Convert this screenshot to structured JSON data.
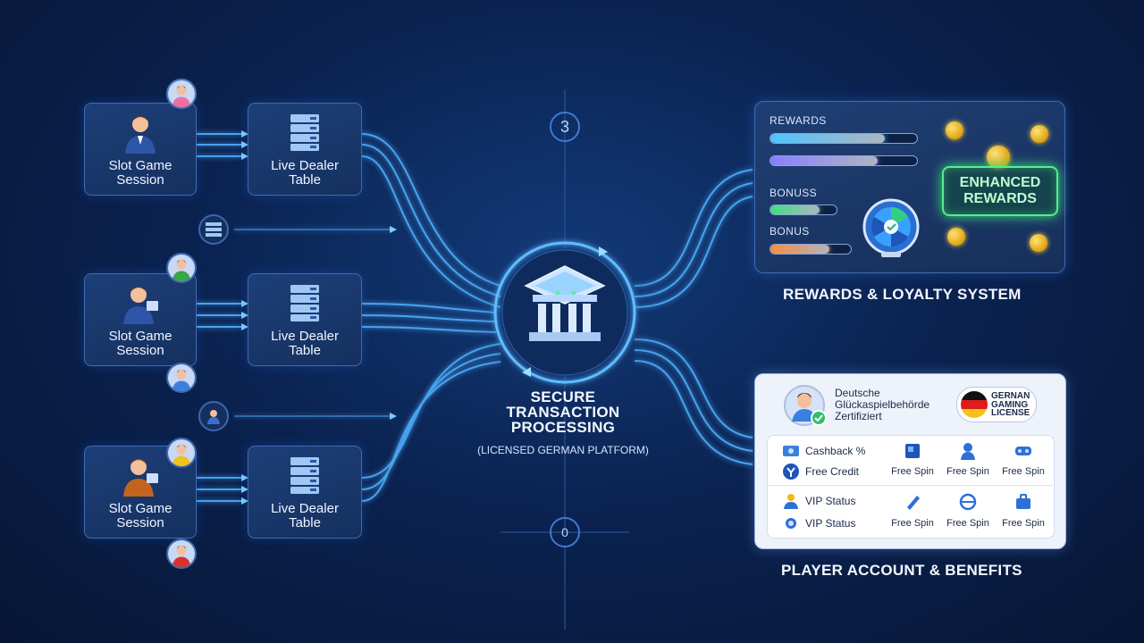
{
  "left_cards": [
    {
      "slot": "Slot Game\nSession",
      "live": "Live Dealer\nTable"
    },
    {
      "slot": "Slot Game\nSession",
      "live": "Live Dealer\nTable"
    },
    {
      "slot": "Slot Game\nSession",
      "live": "Live Dealer\nTable"
    }
  ],
  "steps": {
    "top": "3",
    "bottom": "0"
  },
  "center": {
    "title": "SECURE\nTRANSACTION\nPROCESSING",
    "subtitle": "(LICENSED GERMAN PLATFORM)"
  },
  "rewards": {
    "labels": [
      "REWARDS",
      "BONUSS",
      "BONUS"
    ],
    "bars": [
      {
        "fraction": 0.78,
        "color": "#4fc3ff"
      },
      {
        "fraction": 0.73,
        "color": "#8b7dff"
      },
      {
        "fraction": 0.74,
        "color": "#3ee07f"
      },
      {
        "fraction": 0.73,
        "color": "#ff8a3c"
      }
    ],
    "badge": "ENHANCED\nREWARDS",
    "section_title": "REWARDS & LOYALTY SYSTEM"
  },
  "account": {
    "cert_text": "Deutsche\nGlückaspielbehörde\nZertifiziert",
    "license_text": "GERNAN\nGAMING\nLICENSE",
    "flag_colors": [
      "#111111",
      "#dd1c1c",
      "#f7c21b"
    ],
    "row1": {
      "label1": "Cashback %",
      "label2": "Free Credit",
      "items": [
        "Free Spin",
        "Free Spin",
        "Free Spin"
      ]
    },
    "row2": {
      "label1": "VIP Status",
      "label2": "VIP Status",
      "items": [
        "Free Spin",
        "Free Spin",
        "Free Spin"
      ]
    },
    "section_title": "PLAYER ACCOUNT & BENEFITS"
  },
  "icons": [
    "person-icon",
    "server-icon",
    "bank-icon",
    "prize-wheel-icon",
    "coin-icon",
    "avatar-icon",
    "flag-icon"
  ]
}
